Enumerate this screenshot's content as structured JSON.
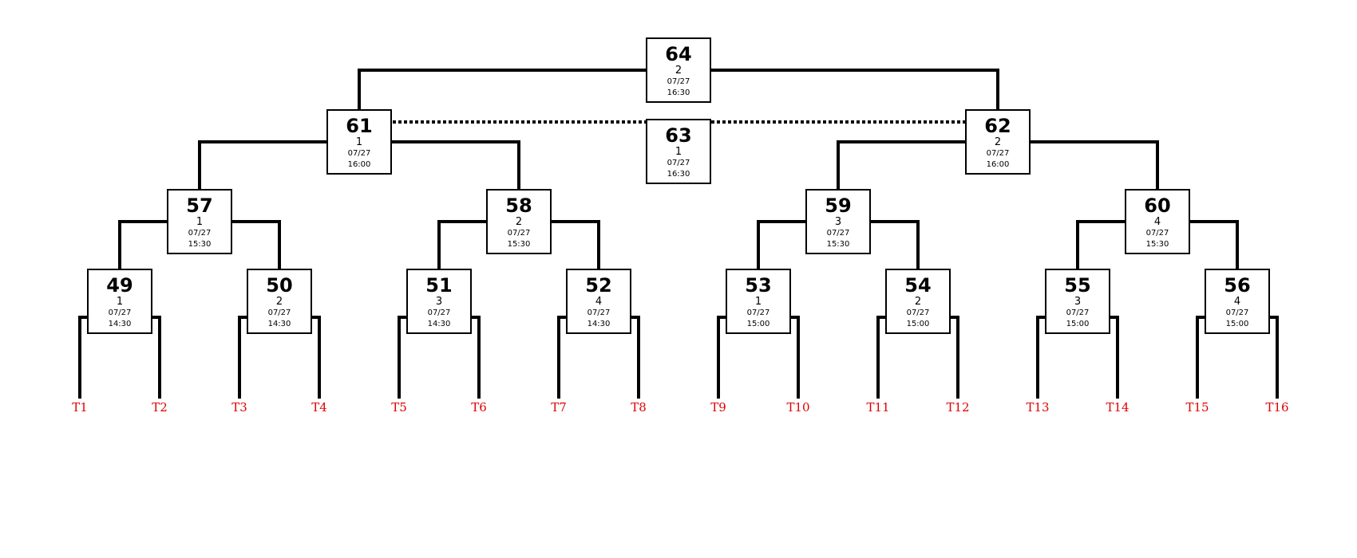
{
  "colors": {
    "line": "#000000",
    "box_border": "#000000",
    "team_label": "#e00000"
  },
  "rounds": {
    "round_of_16": [
      {
        "number": "49",
        "court": "1",
        "date": "07/27",
        "time": "14:30"
      },
      {
        "number": "50",
        "court": "2",
        "date": "07/27",
        "time": "14:30"
      },
      {
        "number": "51",
        "court": "3",
        "date": "07/27",
        "time": "14:30"
      },
      {
        "number": "52",
        "court": "4",
        "date": "07/27",
        "time": "14:30"
      },
      {
        "number": "53",
        "court": "1",
        "date": "07/27",
        "time": "15:00"
      },
      {
        "number": "54",
        "court": "2",
        "date": "07/27",
        "time": "15:00"
      },
      {
        "number": "55",
        "court": "3",
        "date": "07/27",
        "time": "15:00"
      },
      {
        "number": "56",
        "court": "4",
        "date": "07/27",
        "time": "15:00"
      }
    ],
    "quarterfinals": [
      {
        "number": "57",
        "court": "1",
        "date": "07/27",
        "time": "15:30"
      },
      {
        "number": "58",
        "court": "2",
        "date": "07/27",
        "time": "15:30"
      },
      {
        "number": "59",
        "court": "3",
        "date": "07/27",
        "time": "15:30"
      },
      {
        "number": "60",
        "court": "4",
        "date": "07/27",
        "time": "15:30"
      }
    ],
    "semifinals": [
      {
        "number": "61",
        "court": "1",
        "date": "07/27",
        "time": "16:00"
      },
      {
        "number": "62",
        "court": "2",
        "date": "07/27",
        "time": "16:00"
      }
    ],
    "final": {
      "number": "64",
      "court": "2",
      "date": "07/27",
      "time": "16:30"
    },
    "third_place": {
      "number": "63",
      "court": "1",
      "date": "07/27",
      "time": "16:30"
    }
  },
  "teams": [
    "T1",
    "T2",
    "T3",
    "T4",
    "T5",
    "T6",
    "T7",
    "T8",
    "T9",
    "T10",
    "T11",
    "T12",
    "T13",
    "T14",
    "T15",
    "T16"
  ]
}
